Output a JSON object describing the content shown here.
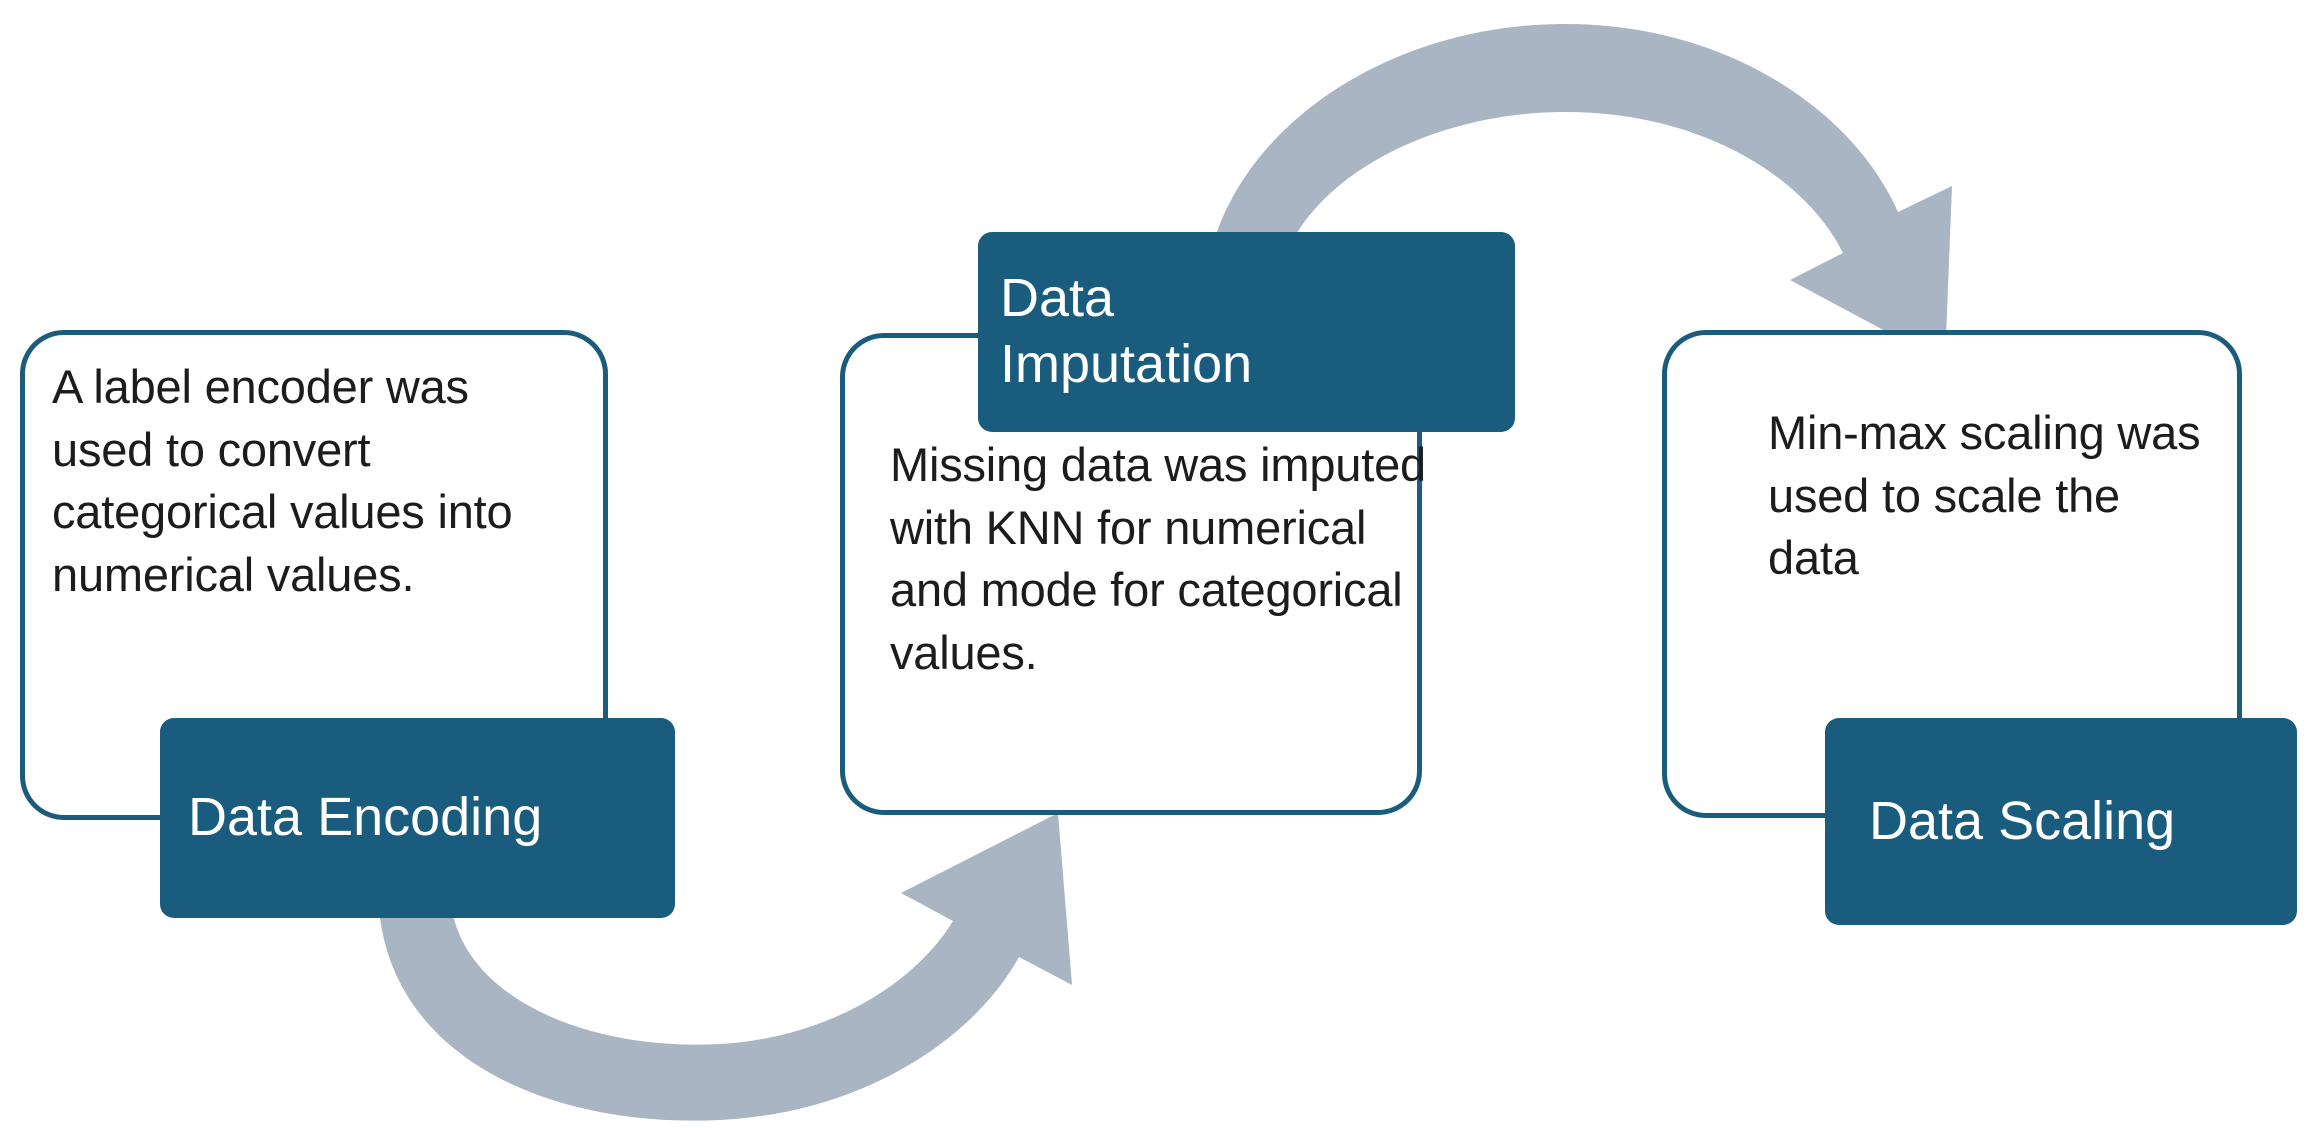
{
  "diagram": {
    "title": "Data preprocessing steps flow",
    "colors": {
      "accent_fill": "#1a5c7e",
      "outline_stroke": "#1b5c7d",
      "arrow_fill": "#a9b5c3",
      "body_text": "#1c1c1c",
      "label_text": "#ffffff",
      "background": "#ffffff"
    },
    "steps": [
      {
        "id": "data-encoding",
        "label": "Data Encoding",
        "description": "A label encoder was used to convert categorical values into numerical values."
      },
      {
        "id": "data-imputation",
        "label": "Data\nImputation",
        "description": "Missing data was imputed with KNN for numerical and mode for categorical values."
      },
      {
        "id": "data-scaling",
        "label": "Data Scaling",
        "description": "Min-max scaling was used to scale the data"
      }
    ],
    "connectors": [
      {
        "id": "encoding-to-imputation",
        "icon": "curved-arrow-down-right-icon",
        "from": "data-encoding",
        "to": "data-imputation",
        "direction": "left-to-right"
      },
      {
        "id": "imputation-to-scaling",
        "icon": "curved-arrow-up-right-icon",
        "from": "data-imputation",
        "to": "data-scaling",
        "direction": "left-to-right"
      }
    ]
  }
}
